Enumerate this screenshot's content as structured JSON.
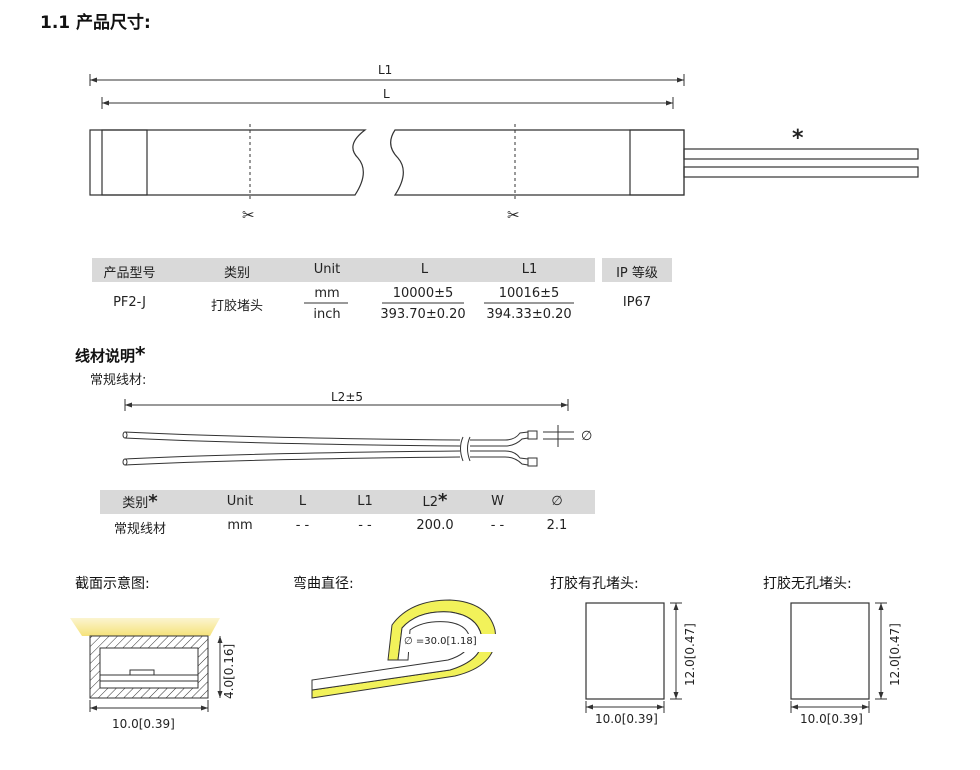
{
  "section_title": "1.1 产品尺寸:",
  "top_drawing": {
    "dim_outer": "L1",
    "dim_inner": "L",
    "wire_mark": "*"
  },
  "spec_table": {
    "headers": [
      "产品型号",
      "类别",
      "Unit",
      "L",
      "L1",
      "IP 等级"
    ],
    "model": "PF2-J",
    "category": "打胶堵头",
    "unit_mm": "mm",
    "unit_inch": "inch",
    "L_mm": "10000±5",
    "L_inch": "393.70±0.20",
    "L1_mm": "10016±5",
    "L1_inch": "394.33±0.20",
    "ip": "IP67"
  },
  "wire_section": {
    "title": "线材说明",
    "title_mark": "*",
    "subtitle": "常规线材:",
    "dim_label": "L2±5",
    "dia_symbol": "∅"
  },
  "wire_table": {
    "headers": [
      "类别",
      "Unit",
      "L",
      "L1",
      "L2",
      "W",
      "∅"
    ],
    "header_marks": [
      "*",
      "",
      "",
      "",
      "*",
      "",
      ""
    ],
    "row": [
      "常规线材",
      "mm",
      "- -",
      "- -",
      "200.0",
      "- -",
      "2.1"
    ]
  },
  "bottom": {
    "cross_section": {
      "title": "截面示意图:",
      "width_label": "10.0[0.39]",
      "height_label": "4.0[0.16]"
    },
    "bend": {
      "title": "弯曲直径:",
      "label": "∅ =30.0[1.18]"
    },
    "cap_hole": {
      "title": "打胶有孔堵头:",
      "width_label": "10.0[0.39]",
      "height_label": "12.0[0.47]"
    },
    "cap_nohole": {
      "title": "打胶无孔堵头:",
      "width_label": "10.0[0.39]",
      "height_label": "12.0[0.47]"
    }
  },
  "colors": {
    "glow": "#f5e27a",
    "tape_yellow": "#f2f25a",
    "header_gray": "#d9d9d9"
  }
}
